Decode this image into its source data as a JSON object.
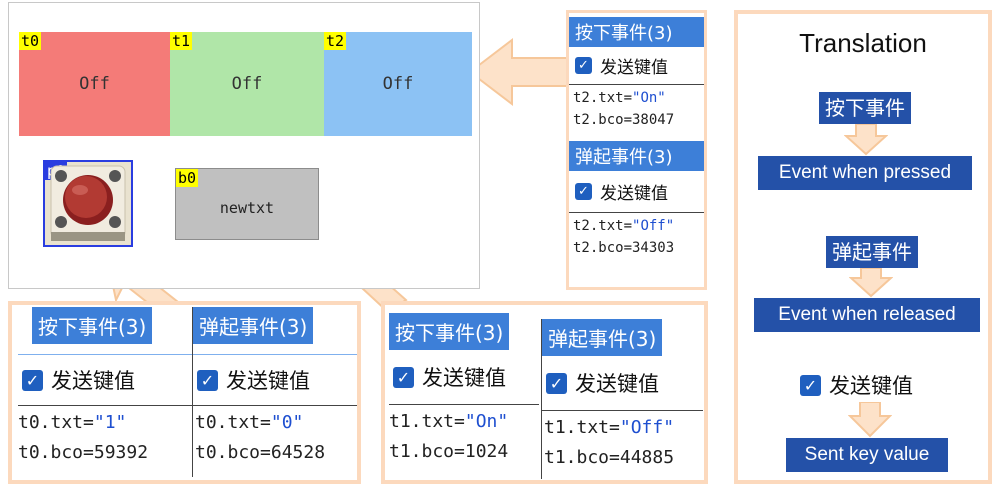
{
  "canvas": {
    "texts": [
      {
        "tag": "t0",
        "value": "Off",
        "color": "#f47b78"
      },
      {
        "tag": "t1",
        "value": "Off",
        "color": "#b0e6a8"
      },
      {
        "tag": "t2",
        "value": "Off",
        "color": "#8cc2f4"
      }
    ],
    "picture_tag": "p0",
    "button": {
      "tag": "b0",
      "label": "newtxt"
    }
  },
  "panel_t2": {
    "press_header": "按下事件(3)",
    "press_send": "发送键值",
    "press_code": [
      {
        "prefix": "t2.txt=",
        "value": "\"On\""
      },
      {
        "prefix": "t2.bco=38047",
        "value": ""
      }
    ],
    "release_header": "弹起事件(3)",
    "release_send": "发送键值",
    "release_code": [
      {
        "prefix": "t2.txt=",
        "value": "\"Off\""
      },
      {
        "prefix": "t2.bco=34303",
        "value": ""
      }
    ]
  },
  "panel_t0": {
    "press_header": "按下事件(3)",
    "press_send": "发送键值",
    "press_code": [
      {
        "prefix": "t0.txt=",
        "value": "\"1\""
      },
      {
        "prefix": "t0.bco=59392",
        "value": ""
      }
    ],
    "release_header": "弹起事件(3)",
    "release_send": "发送键值",
    "release_code": [
      {
        "prefix": "t0.txt=",
        "value": "\"0\""
      },
      {
        "prefix": "t0.bco=64528",
        "value": ""
      }
    ]
  },
  "panel_t1": {
    "press_header": "按下事件(3)",
    "press_send": "发送键值",
    "press_code": [
      {
        "prefix": "t1.txt=",
        "value": "\"On\""
      },
      {
        "prefix": "t1.bco=1024",
        "value": ""
      }
    ],
    "release_header": "弹起事件(3)",
    "release_send": "发送键值",
    "release_code": [
      {
        "prefix": "t1.txt=",
        "value": "\"Off\""
      },
      {
        "prefix": "t1.bco=44885",
        "value": ""
      }
    ]
  },
  "translation": {
    "title": "Translation",
    "press_cn": "按下事件",
    "press_en": "Event when pressed",
    "release_cn": "弹起事件",
    "release_en": "Event when released",
    "send_cn": "发送键值",
    "send_en": "Sent key value"
  },
  "colors": {
    "accent_blue": "#3d7fd8",
    "dark_blue": "#2451a8",
    "arrow_fill": "#fde2c9",
    "arrow_stroke": "#f6c79a"
  }
}
